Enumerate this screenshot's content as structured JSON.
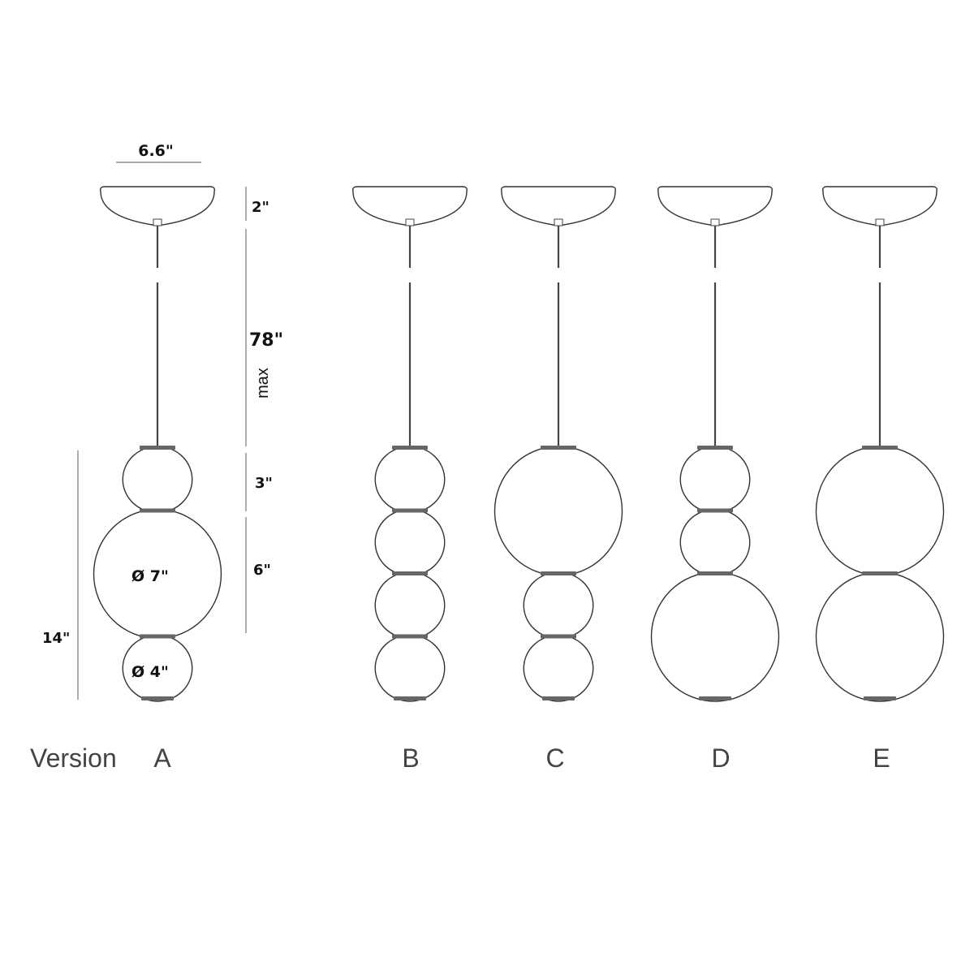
{
  "dimensions": {
    "canopy_width": "6.6\"",
    "canopy_height": "2\"",
    "cable_length": "78\"",
    "cable_note": "max",
    "small_sphere_height": "3\"",
    "large_sphere_height": "6\"",
    "total_height": "14\"",
    "large_diameter": "Ø 7\"",
    "small_diameter": "Ø 4\""
  },
  "labels": {
    "version": "Version",
    "versions": [
      "A",
      "B",
      "C",
      "D",
      "E"
    ]
  },
  "configurations": {
    "A": [
      "small",
      "large",
      "small"
    ],
    "B": [
      "small",
      "small",
      "small",
      "small"
    ],
    "C": [
      "large",
      "small",
      "small"
    ],
    "D": [
      "small",
      "small",
      "large"
    ],
    "E": [
      "large",
      "large"
    ]
  }
}
